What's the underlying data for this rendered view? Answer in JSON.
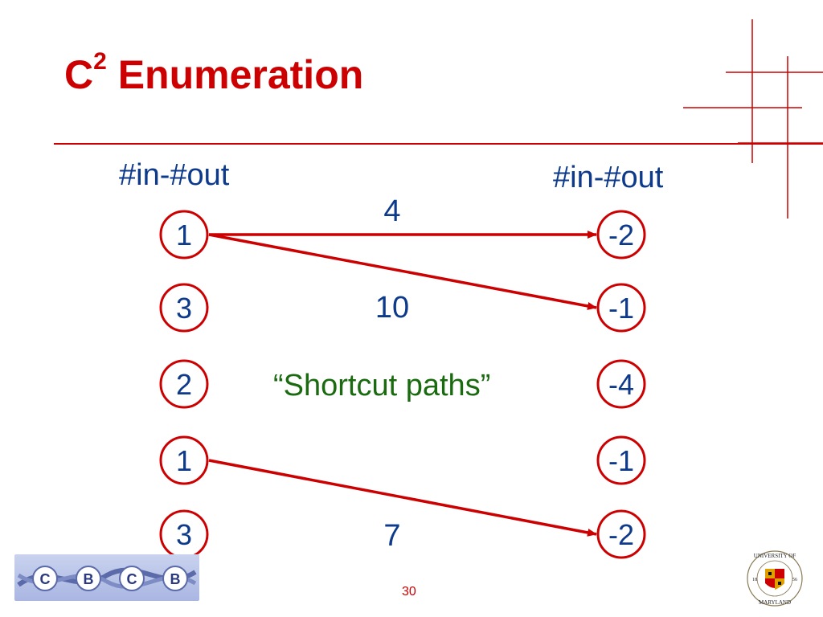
{
  "slide": {
    "title": "C",
    "title_superscript": "2",
    "title_rest": " Enumeration",
    "page_number": "30"
  },
  "headers": {
    "left": "#in-#out",
    "right": "#in-#out"
  },
  "left_nodes": [
    "1",
    "3",
    "2",
    "1",
    "3"
  ],
  "right_nodes": [
    "-2",
    "-1",
    "-4",
    "-1",
    "-2"
  ],
  "edges": [
    {
      "from": 0,
      "to": 0,
      "label": "4"
    },
    {
      "from": 0,
      "to": 1,
      "label": "10"
    },
    {
      "from": 3,
      "to": 4,
      "label": "7"
    }
  ],
  "annotation": "“Shortcut paths”",
  "footer": {
    "left_logo_letters": [
      "C",
      "B",
      "C",
      "B"
    ],
    "seal_text": [
      "UNIVERSITY OF",
      "MARYLAND",
      "18",
      "56"
    ]
  },
  "colors": {
    "accent": "#cc0000",
    "text_blue": "#0d3a8a",
    "annotation_green": "#1a6a10"
  }
}
